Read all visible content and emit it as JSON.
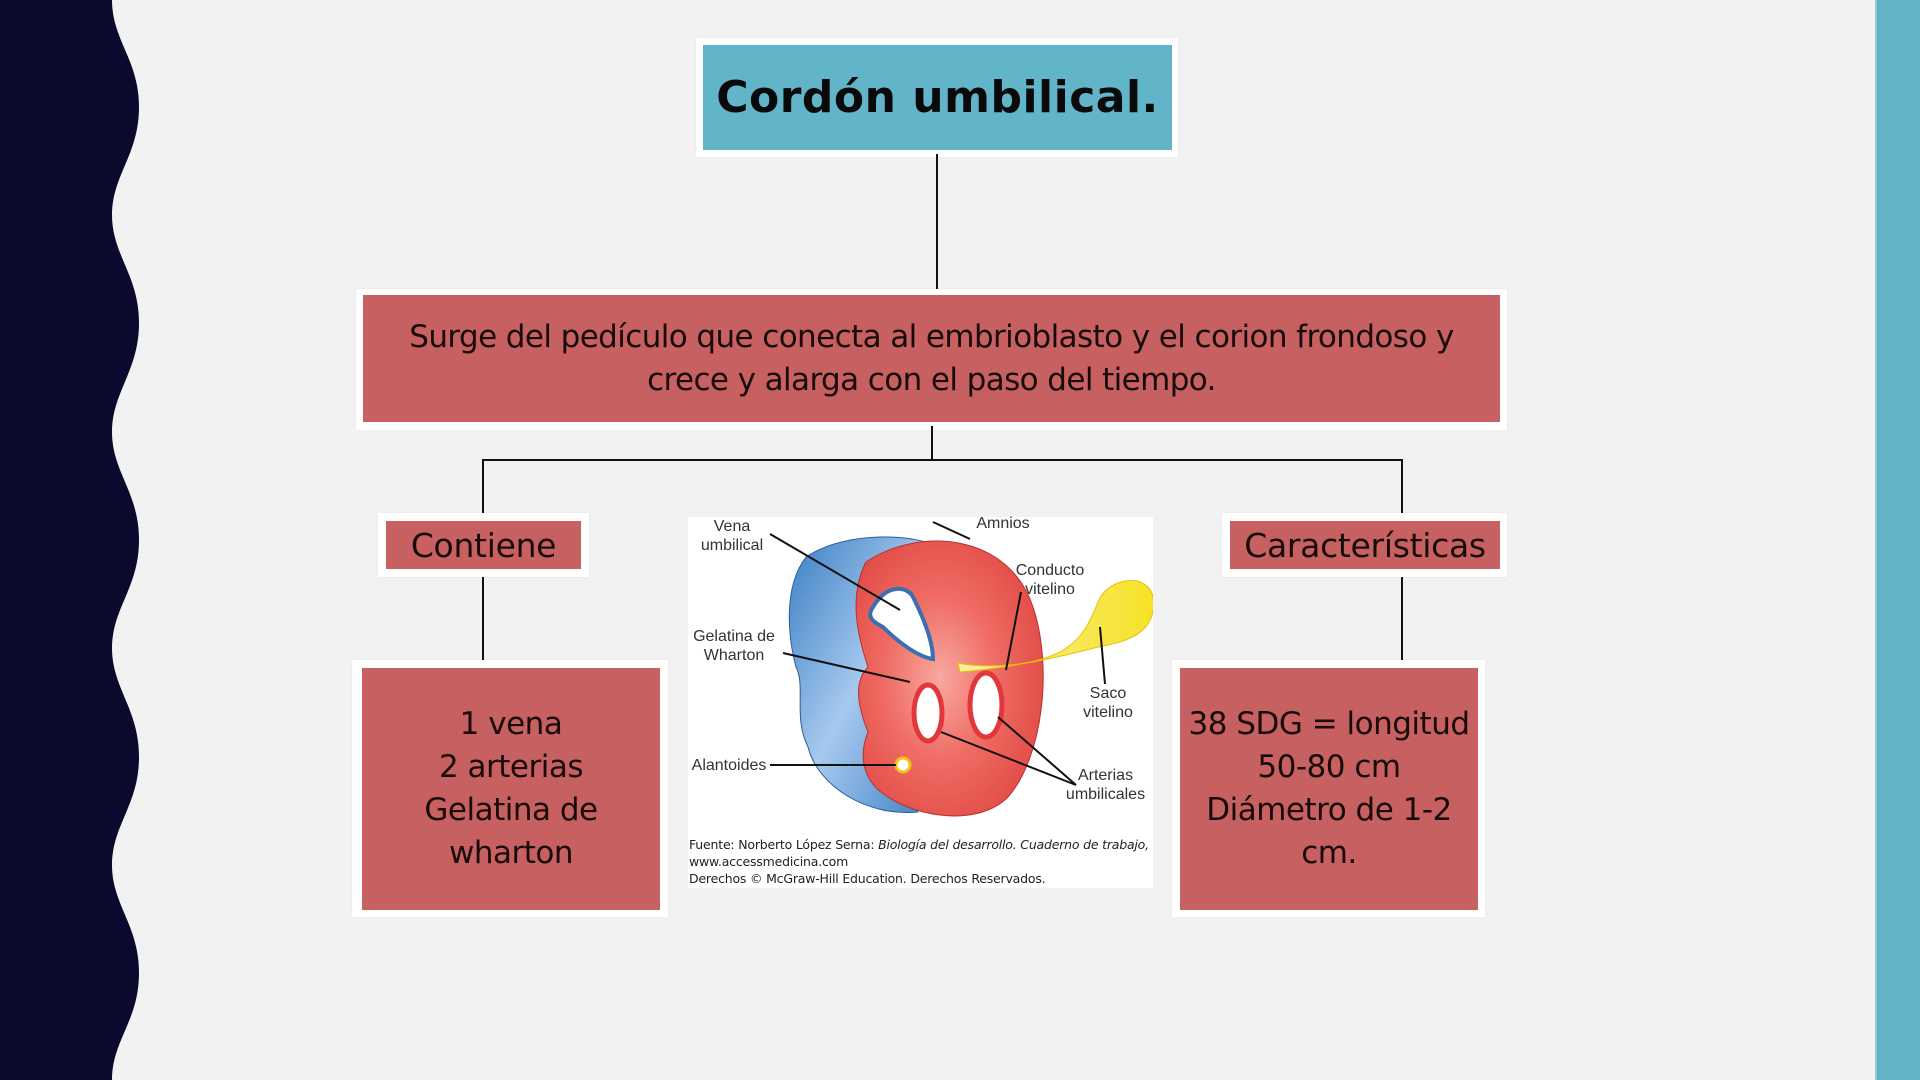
{
  "slide": {
    "title": "Cordón umbilical.",
    "colors": {
      "background": "#f2f2f2",
      "left_wave": "#0b0a2e",
      "right_bar": "#62b4c6",
      "title_box": "#62b4c8",
      "content_box": "#c66061"
    }
  },
  "main_box": {
    "text": "Surge del pedículo que conecta al embrioblasto y el corion frondoso y crece y alarga con el paso del tiempo."
  },
  "branches": {
    "left": {
      "label": "Contiene",
      "content": "1 vena\n2 arterias\nGelatina de\nwharton"
    },
    "right": {
      "label": "Características",
      "content": "38 SDG = longitud\n50-80 cm\nDiámetro de 1-2\ncm."
    }
  },
  "figure": {
    "labels": {
      "vena_umbilical": "Vena\numbilical",
      "amnios": "Amnios",
      "conducto_vitelino": "Conducto\nvitelino",
      "gelatina": "Gelatina de\nWharton",
      "saco_vitelino": "Saco\nvitelino",
      "alantoides": "Alantoides",
      "arterias": "Arterias\numbilicales"
    },
    "caption": {
      "source_prefix": "Fuente: Norberto López Serna: ",
      "source_title": "Biología del desarrollo. Cuaderno de trabajo,",
      "url": "www.accessmedicina.com",
      "rights": "Derechos © McGraw-Hill Education. Derechos Reservados."
    }
  }
}
